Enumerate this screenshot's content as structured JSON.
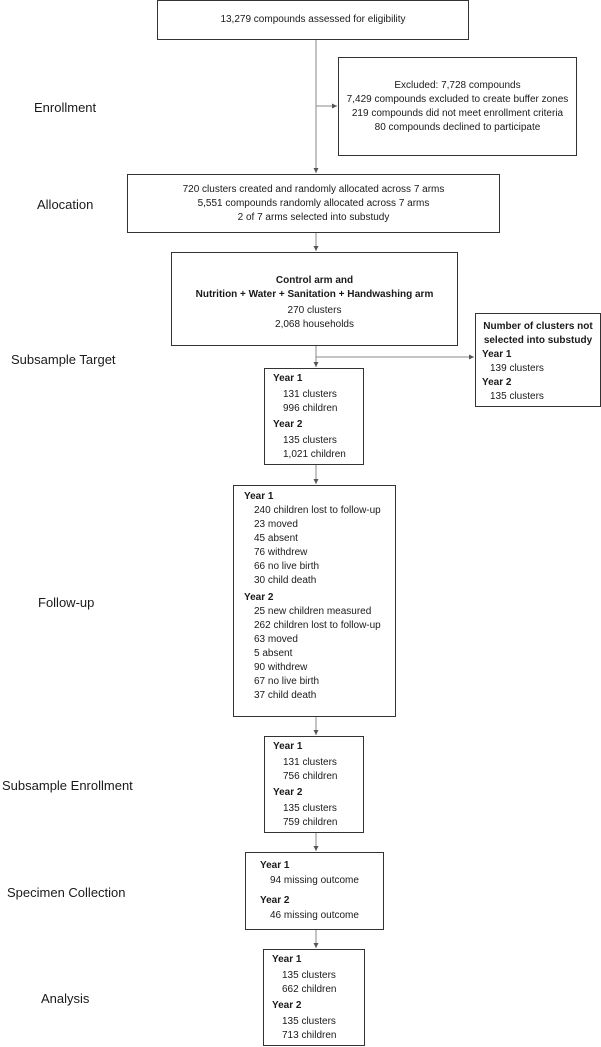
{
  "stages": {
    "enrollment": "Enrollment",
    "allocation": "Allocation",
    "subsample_target": "Subsample Target",
    "follow_up": "Follow-up",
    "subsample_enrollment": "Subsample Enrollment",
    "specimen_collection": "Specimen Collection",
    "analysis": "Analysis"
  },
  "eligibility": {
    "text": "13,279 compounds assessed for eligibility"
  },
  "excluded": {
    "line1": "Excluded: 7,728 compounds",
    "line2": "7,429 compounds excluded to create buffer zones",
    "line3": "219 compounds did not meet enrollment criteria",
    "line4": "80 compounds declined to participate"
  },
  "allocation_box": {
    "line1": "720 clusters created and randomly allocated across 7 arms",
    "line2": "5,551 compounds randomly allocated across 7 arms",
    "line3": "2 of 7 arms selected into substudy"
  },
  "arms": {
    "title1": "Control arm and",
    "title2": "Nutrition + Water + Sanitation + Handwashing arm",
    "clusters": "270 clusters",
    "households": "2,068 households"
  },
  "not_selected": {
    "title1": "Number of clusters not",
    "title2": "selected into substudy",
    "y1_label": "Year 1",
    "y1_value": "139 clusters",
    "y2_label": "Year 2",
    "y2_value": "135 clusters"
  },
  "target": {
    "y1_label": "Year 1",
    "y1_clusters": "131 clusters",
    "y1_children": "996 children",
    "y2_label": "Year 2",
    "y2_clusters": "135 clusters",
    "y2_children": "1,021 children"
  },
  "followup": {
    "y1_label": "Year 1",
    "y1_items": [
      "240 children lost to follow-up",
      "23 moved",
      "45 absent",
      "76 withdrew",
      "66 no live birth",
      "30 child death"
    ],
    "y2_label": "Year 2",
    "y2_items": [
      "25 new children measured",
      "262 children lost to follow-up",
      "63 moved",
      "5 absent",
      "90 withdrew",
      "67 no live birth",
      "37 child death"
    ]
  },
  "sub_enroll": {
    "y1_label": "Year 1",
    "y1_clusters": "131 clusters",
    "y1_children": "756 children",
    "y2_label": "Year 2",
    "y2_clusters": "135 clusters",
    "y2_children": "759 children"
  },
  "specimen": {
    "y1_label": "Year 1",
    "y1_missing": "94 missing outcome",
    "y2_label": "Year 2",
    "y2_missing": "46 missing outcome"
  },
  "analysis_box": {
    "y1_label": "Year 1",
    "y1_clusters": "135 clusters",
    "y1_children": "662 children",
    "y2_label": "Year 2",
    "y2_clusters": "135 clusters",
    "y2_children": "713 children"
  }
}
